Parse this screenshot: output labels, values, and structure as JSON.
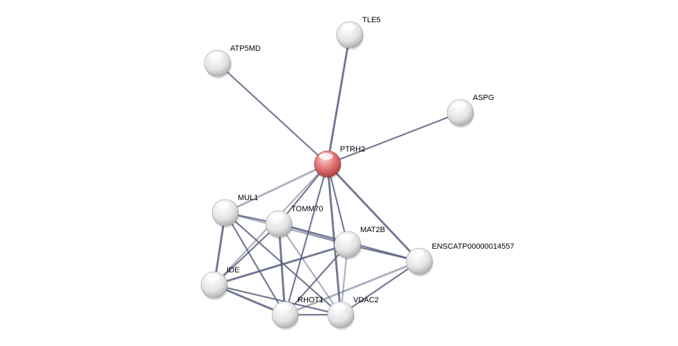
{
  "network": {
    "nodes": [
      {
        "id": "TLE5",
        "label": "TLE5",
        "query": false
      },
      {
        "id": "ATP5MD",
        "label": "ATP5MD",
        "query": false
      },
      {
        "id": "ASPG",
        "label": "ASPG",
        "query": false
      },
      {
        "id": "PTRH2",
        "label": "PTRH2",
        "query": true
      },
      {
        "id": "MUL1",
        "label": "MUL1",
        "query": false
      },
      {
        "id": "TOMM70",
        "label": "TOMM70",
        "query": false
      },
      {
        "id": "MAT2B",
        "label": "MAT2B",
        "query": false
      },
      {
        "id": "ENSCATP00000014557",
        "label": "ENSCATP00000014557",
        "query": false
      },
      {
        "id": "IDE",
        "label": "IDE",
        "query": false
      },
      {
        "id": "RHOT1",
        "label": "RHOT1",
        "query": false
      },
      {
        "id": "VDAC2",
        "label": "VDAC2",
        "query": false
      }
    ],
    "edges": [
      [
        "PTRH2",
        "TLE5"
      ],
      [
        "PTRH2",
        "ATP5MD"
      ],
      [
        "PTRH2",
        "ASPG"
      ],
      [
        "PTRH2",
        "MUL1"
      ],
      [
        "PTRH2",
        "TOMM70"
      ],
      [
        "PTRH2",
        "MAT2B"
      ],
      [
        "PTRH2",
        "ENSCATP00000014557"
      ],
      [
        "PTRH2",
        "IDE"
      ],
      [
        "PTRH2",
        "RHOT1"
      ],
      [
        "PTRH2",
        "VDAC2"
      ],
      [
        "MUL1",
        "TOMM70"
      ],
      [
        "MUL1",
        "MAT2B"
      ],
      [
        "MUL1",
        "IDE"
      ],
      [
        "MUL1",
        "RHOT1"
      ],
      [
        "MUL1",
        "VDAC2"
      ],
      [
        "TOMM70",
        "MAT2B"
      ],
      [
        "TOMM70",
        "ENSCATP00000014557"
      ],
      [
        "TOMM70",
        "IDE"
      ],
      [
        "TOMM70",
        "RHOT1"
      ],
      [
        "TOMM70",
        "VDAC2"
      ],
      [
        "MAT2B",
        "ENSCATP00000014557"
      ],
      [
        "MAT2B",
        "IDE"
      ],
      [
        "MAT2B",
        "RHOT1"
      ],
      [
        "MAT2B",
        "VDAC2"
      ],
      [
        "IDE",
        "RHOT1"
      ],
      [
        "IDE",
        "VDAC2"
      ],
      [
        "RHOT1",
        "VDAC2"
      ],
      [
        "RHOT1",
        "ENSCATP00000014557"
      ],
      [
        "VDAC2",
        "ENSCATP00000014557"
      ]
    ],
    "colors": {
      "edge": "#5a6080",
      "query_node": "#e07070",
      "node": "#e6e6e6"
    }
  }
}
